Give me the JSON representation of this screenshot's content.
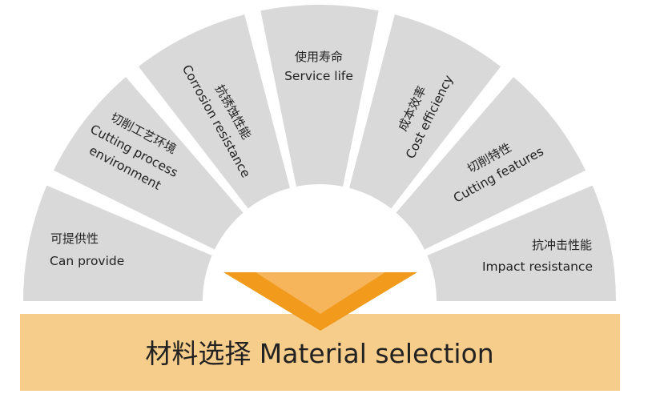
{
  "colors": {
    "segment_fill": "#d9d9d9",
    "banner_fill": "#f7cd8c",
    "triangle_outer": "#f19a1c",
    "triangle_inner": "#f6b55a",
    "text": "#222222"
  },
  "segments": [
    {
      "cn": "可提供性",
      "en": "Can provide"
    },
    {
      "cn": "切削工艺环境",
      "en": "Cutting process",
      "en2": "environment"
    },
    {
      "cn": "抗锈蚀性能",
      "en": "Corrosion resistance"
    },
    {
      "cn": "使用寿命",
      "en": "Service life"
    },
    {
      "cn": "成本效率",
      "en": "Cost efficiency"
    },
    {
      "cn": "切削特性",
      "en": "Cutting features"
    },
    {
      "cn": "抗冲击性能",
      "en": "Impact resistance"
    }
  ],
  "banner": {
    "label": "材料选择 Material selection"
  }
}
